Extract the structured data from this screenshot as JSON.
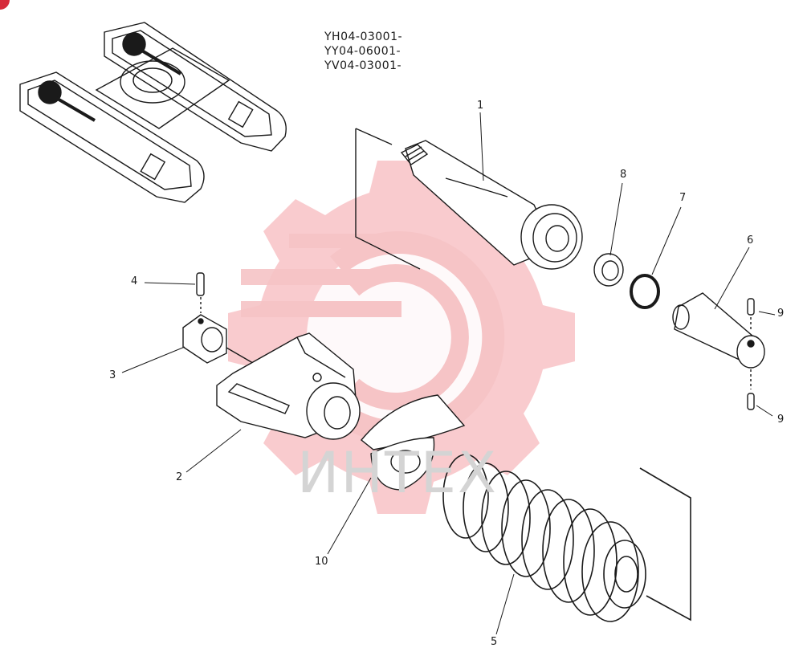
{
  "serials": [
    "YH04-03001-",
    "YY04-06001-",
    "YV04-03001-"
  ],
  "callouts": [
    {
      "id": "1",
      "text": "1"
    },
    {
      "id": "2",
      "text": "2"
    },
    {
      "id": "3",
      "text": "3"
    },
    {
      "id": "4",
      "text": "4"
    },
    {
      "id": "5",
      "text": "5"
    },
    {
      "id": "6",
      "text": "6"
    },
    {
      "id": "7",
      "text": "7"
    },
    {
      "id": "8",
      "text": "8"
    },
    {
      "id": "9a",
      "text": "9"
    },
    {
      "id": "9b",
      "text": "9"
    },
    {
      "id": "10",
      "text": "10"
    }
  ],
  "watermark": {
    "text": "ИНТЕХ",
    "color": "#e8313a"
  },
  "colors": {
    "line": "#1a1a1a",
    "watermark_text": "#d4d4d4"
  }
}
